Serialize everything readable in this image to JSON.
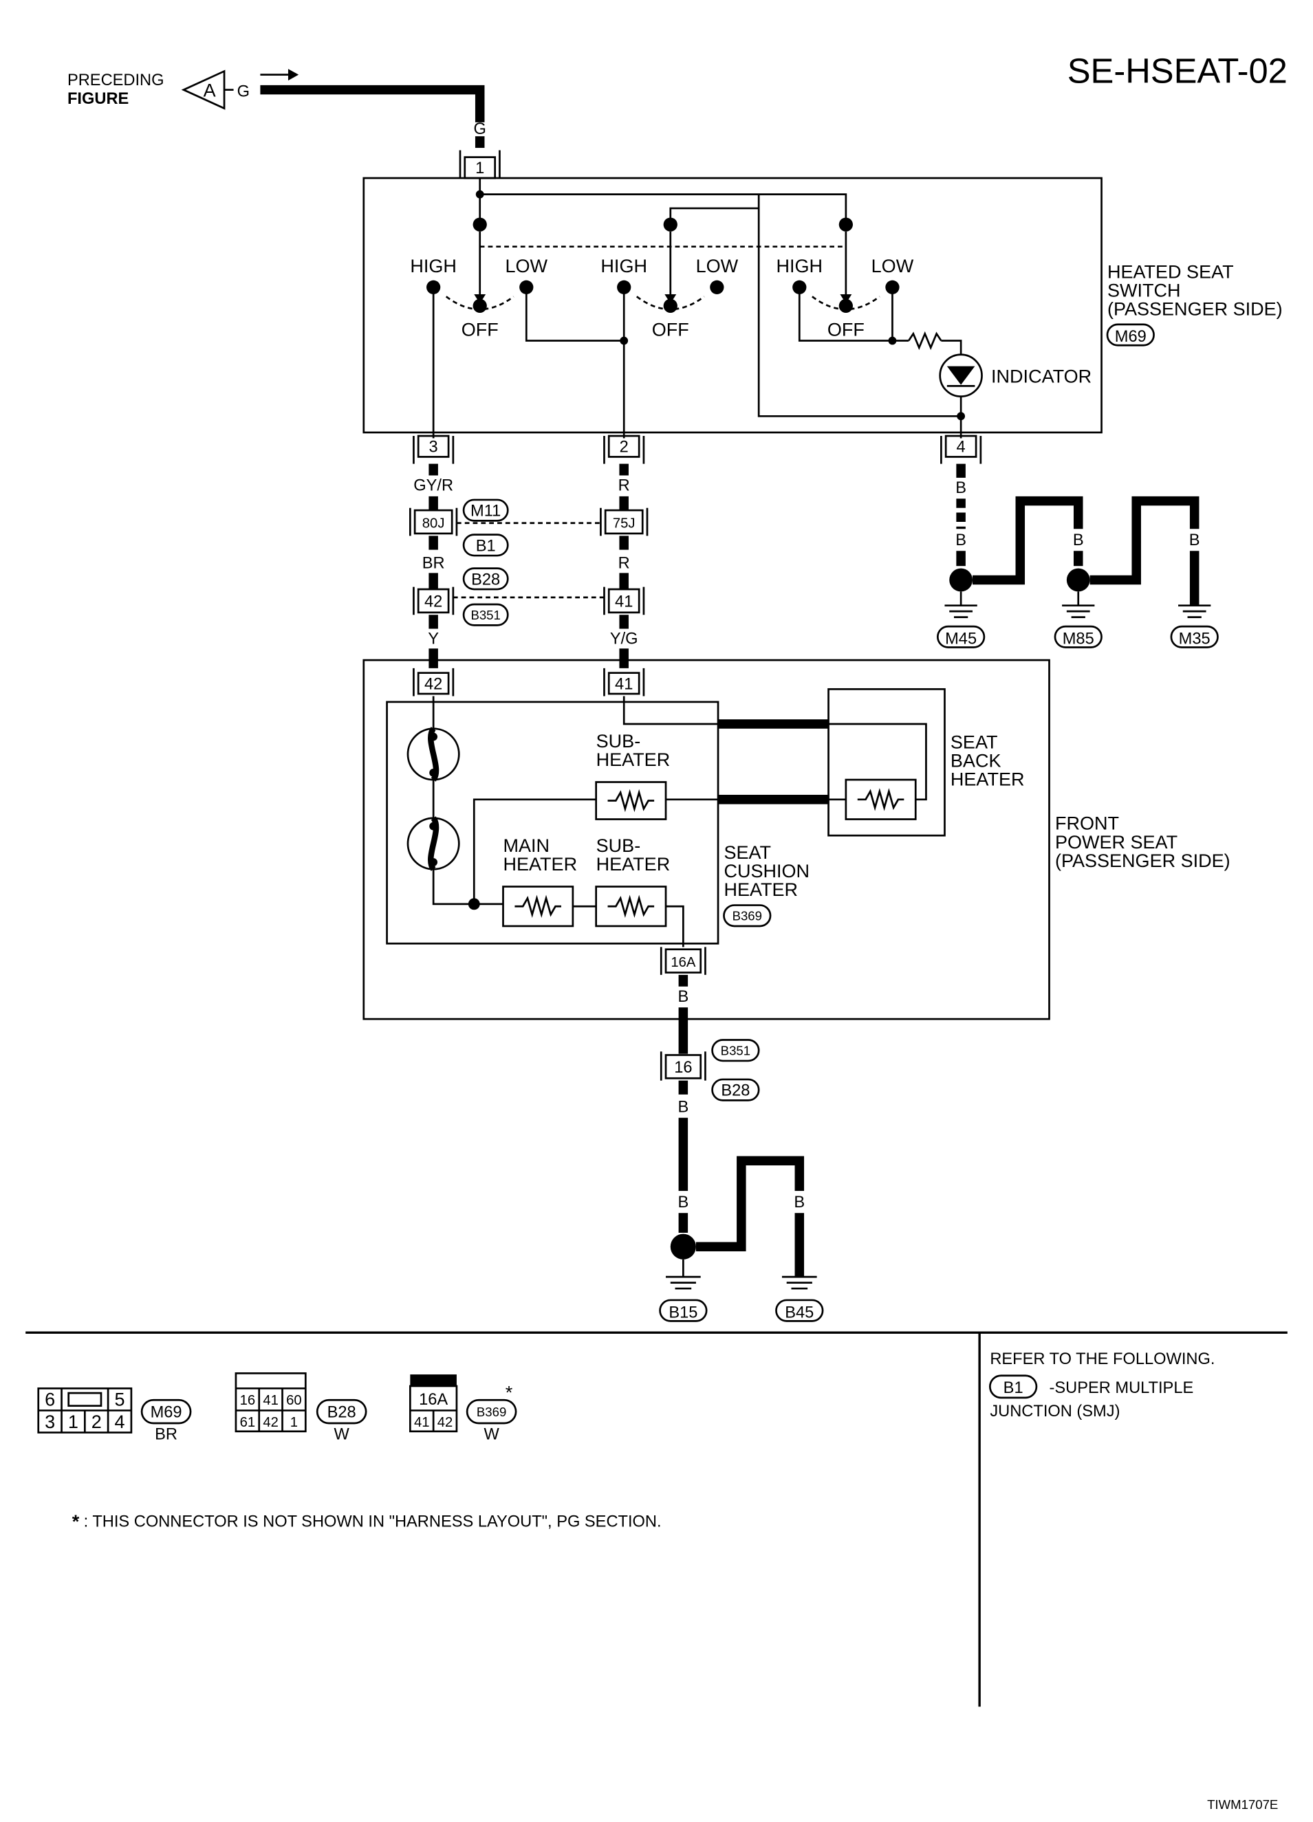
{
  "page": {
    "title": "SE-HSEAT-02",
    "code": "TIWM1707E"
  },
  "preceding": {
    "line1": "PRECEDING",
    "line2": "FIGURE",
    "connector": "A",
    "wire_color": "G"
  },
  "switch": {
    "label": [
      "HEATED SEAT",
      "SWITCH",
      "(PASSENGER SIDE)"
    ],
    "connector": "M69",
    "terminals": [
      "1",
      "3",
      "2",
      "4"
    ],
    "positions": {
      "high": "HIGH",
      "low": "LOW",
      "off": "OFF"
    },
    "indicator": "INDICATOR"
  },
  "wires": {
    "t1": "G",
    "t3": "GY/R",
    "t2": "R",
    "t4": "B",
    "mid3": "BR",
    "mid2": "R",
    "low3": "Y",
    "low2": "Y/G",
    "gnd_b": "B",
    "seat_out": "B",
    "below16": "B",
    "final": "B"
  },
  "joints": {
    "upper": {
      "left": "80J",
      "right": "75J",
      "tags": [
        "M11",
        "B1"
      ]
    },
    "lower": {
      "left": "42",
      "right": "41",
      "tags": [
        "B28",
        "B351"
      ]
    }
  },
  "grounds_top": [
    "M45",
    "M85",
    "M35"
  ],
  "grounds_bottom": [
    "B15",
    "B45"
  ],
  "seat": {
    "label": [
      "FRONT",
      "POWER SEAT",
      "(PASSENGER SIDE)"
    ],
    "terminals": [
      "42",
      "41",
      "16A"
    ],
    "sub_heater": [
      "SUB-",
      "HEATER"
    ],
    "main_heater": [
      "MAIN",
      "HEATER"
    ],
    "back_heater": [
      "SEAT",
      "BACK",
      "HEATER"
    ],
    "cushion_heater": [
      "SEAT",
      "CUSHION",
      "HEATER"
    ],
    "cushion_connector": "B369"
  },
  "connector16": {
    "terminal": "16",
    "tags": [
      "B351",
      "B28"
    ]
  },
  "legend": {
    "m69": {
      "cells_top": [
        "6",
        "5"
      ],
      "cells_bottom": [
        "3",
        "1",
        "2",
        "4"
      ],
      "id": "M69",
      "color": "BR"
    },
    "b28": {
      "cells_top": [
        "16",
        "41",
        "60"
      ],
      "cells_bottom": [
        "61",
        "42",
        "1"
      ],
      "id": "B28",
      "color": "W"
    },
    "b369": {
      "cells_top": [
        "16A"
      ],
      "cells_bottom": [
        "41",
        "42"
      ],
      "id": "B369",
      "color": "W",
      "star": "*"
    },
    "note_star": "*",
    "note": ": THIS CONNECTOR IS NOT SHOWN IN \"HARNESS LAYOUT\", PG SECTION.",
    "refer": "REFER TO THE FOLLOWING.",
    "refer_id": "B1",
    "refer_desc1": "-SUPER MULTIPLE",
    "refer_desc2": "JUNCTION (SMJ)"
  }
}
